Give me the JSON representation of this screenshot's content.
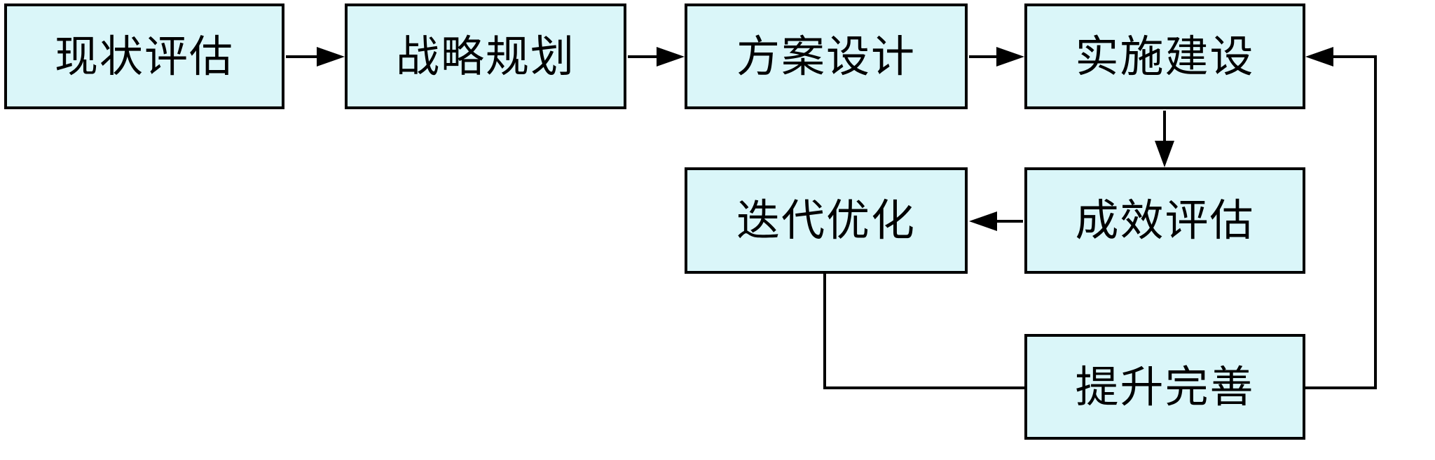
{
  "diagram": {
    "type": "flowchart",
    "colors": {
      "background": "#FFFFFF",
      "node_fill": "#DAF6F9",
      "node_border": "#000000",
      "connector": "#000000"
    },
    "nodes": [
      {
        "label": "现状评估"
      },
      {
        "label": "战略规划"
      },
      {
        "label": "方案设计"
      },
      {
        "label": "实施建设"
      },
      {
        "label": "成效评估"
      },
      {
        "label": "迭代优化"
      },
      {
        "label": "提升完善"
      }
    ],
    "edges": [
      {
        "from": "现状评估",
        "to": "战略规划",
        "style": "arrow"
      },
      {
        "from": "战略规划",
        "to": "方案设计",
        "style": "arrow"
      },
      {
        "from": "方案设计",
        "to": "实施建设",
        "style": "arrow"
      },
      {
        "from": "实施建设",
        "to": "成效评估",
        "style": "arrow"
      },
      {
        "from": "成效评估",
        "to": "迭代优化",
        "style": "arrow"
      },
      {
        "from": "迭代优化",
        "to": "提升完善",
        "style": "plain-line"
      },
      {
        "from": "提升完善",
        "to": "实施建设",
        "style": "arrow-feedback-loop"
      }
    ]
  }
}
